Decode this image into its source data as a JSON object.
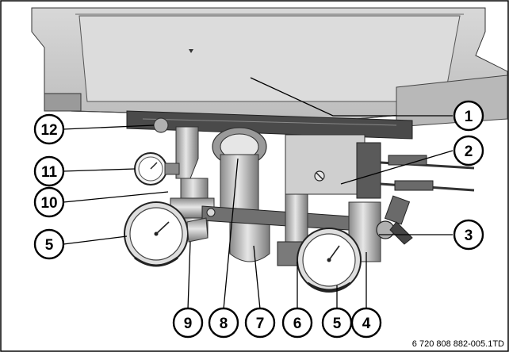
{
  "figure": {
    "document_id": "6 720 808 882-005.1TD",
    "callouts": [
      {
        "id": "c1",
        "label": "1"
      },
      {
        "id": "c2",
        "label": "2"
      },
      {
        "id": "c3",
        "label": "3"
      },
      {
        "id": "c4",
        "label": "4"
      },
      {
        "id": "c5a",
        "label": "5"
      },
      {
        "id": "c5b",
        "label": "5"
      },
      {
        "id": "c6",
        "label": "6"
      },
      {
        "id": "c7",
        "label": "7"
      },
      {
        "id": "c8",
        "label": "8"
      },
      {
        "id": "c9",
        "label": "9"
      },
      {
        "id": "c10",
        "label": "10"
      },
      {
        "id": "c11",
        "label": "11"
      },
      {
        "id": "c12",
        "label": "12"
      }
    ]
  }
}
